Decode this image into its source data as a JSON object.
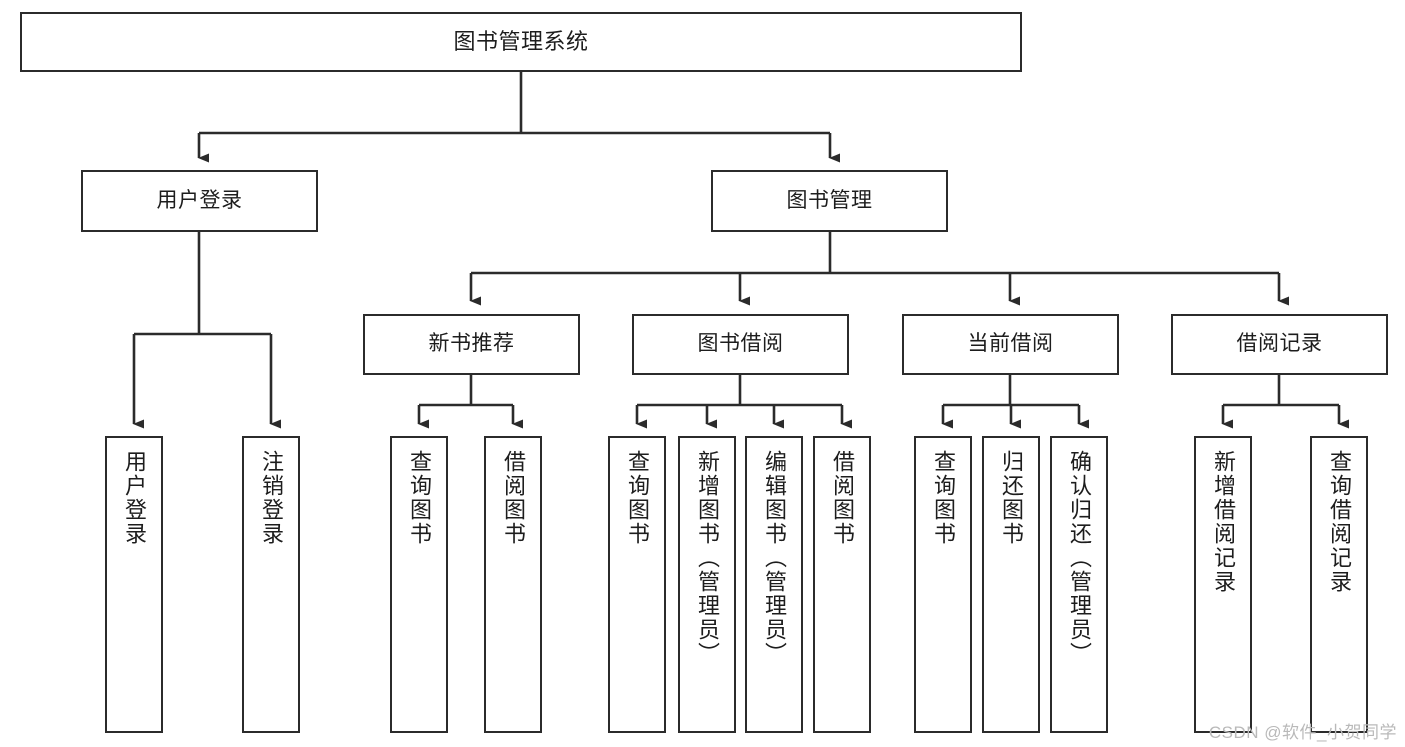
{
  "diagram": {
    "title": "图书管理系统",
    "type": "tree-hierarchy",
    "watermark": "CSDN @软件_小贺同学",
    "colors": {
      "border": "#2b2b2b",
      "text": "#1d1d1d",
      "background": "#ffffff",
      "connector": "#2b2b2b",
      "watermark": "#b9b9b9"
    },
    "nodes": {
      "root": {
        "label": "图书管理系统"
      },
      "level2": [
        {
          "label": "用户登录"
        },
        {
          "label": "图书管理"
        }
      ],
      "level3": [
        {
          "label": "新书推荐"
        },
        {
          "label": "图书借阅"
        },
        {
          "label": "当前借阅"
        },
        {
          "label": "借阅记录"
        }
      ],
      "leaves": {
        "user_login": [
          {
            "label": "用户登录"
          },
          {
            "label": "注销登录"
          }
        ],
        "new_book_recommend": [
          {
            "label": "查询图书"
          },
          {
            "label": "借阅图书"
          }
        ],
        "book_borrow": [
          {
            "label": "查询图书"
          },
          {
            "label": "新增图书（管理员）"
          },
          {
            "label": "编辑图书（管理员）"
          },
          {
            "label": "借阅图书"
          }
        ],
        "current_borrow": [
          {
            "label": "查询图书"
          },
          {
            "label": "归还图书"
          },
          {
            "label": "确认归还（管理员）"
          }
        ],
        "borrow_record": [
          {
            "label": "新增借阅记录"
          },
          {
            "label": "查询借阅记录"
          }
        ]
      }
    }
  }
}
